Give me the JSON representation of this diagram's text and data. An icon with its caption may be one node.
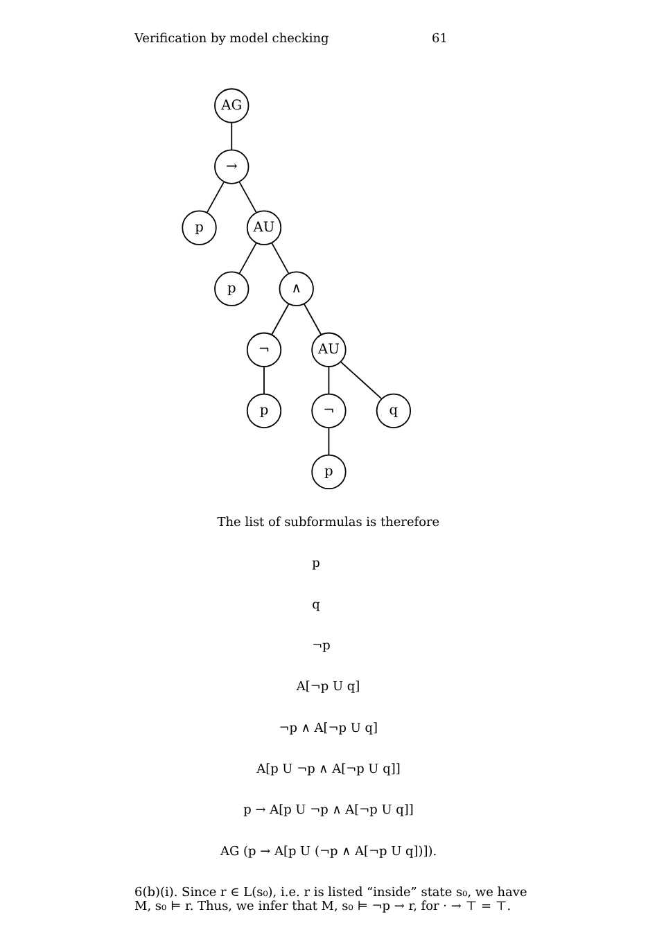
{
  "diagram": {
    "nodes": [
      {
        "text": [
          "AG"
        ]
      },
      {
        "text": [
          "→"
        ]
      },
      {
        "text": [
          "p"
        ]
      },
      {
        "text": [
          "AU"
        ]
      },
      {
        "text": [
          "p"
        ]
      },
      {
        "text": [
          "∧"
        ]
      },
      {
        "text": [
          "¬"
        ]
      },
      {
        "text": [
          "AU"
        ]
      },
      {
        "text": [
          "p"
        ]
      },
      {
        "text": [
          "¬"
        ]
      },
      {
        "text": [
          "q"
        ]
      },
      {
        "text": [
          "p"
        ]
      }
    ],
    "edges": [
      {
        "from": 0,
        "to": 1,
        "arrow": "none"
      },
      {
        "from": 1,
        "to": 2,
        "arrow": "none"
      },
      {
        "from": 1,
        "to": 3,
        "arrow": "none"
      },
      {
        "from": 3,
        "to": 4,
        "arrow": "none"
      },
      {
        "from": 3,
        "to": 5,
        "arrow": "none"
      },
      {
        "from": 5,
        "to": 6,
        "arrow": "none"
      },
      {
        "from": 5,
        "to": 7,
        "arrow": "none"
      },
      {
        "from": 6,
        "to": 8,
        "arrow": "none"
      },
      {
        "from": 7,
        "to": 9,
        "arrow": "none"
      },
      {
        "from": 7,
        "to": 10,
        "arrow": "none"
      },
      {
        "from": 9,
        "to": 11,
        "arrow": "none"
      }
    ],
    "labels": [
      "Verification by model checking",
      "61",
      "The list of subformulas is therefore",
      "p",
      "q",
      "¬p",
      "A[¬p U q]",
      "¬p ∧ A[¬p U q]",
      "A[p U ¬p ∧ A[¬p U q]]",
      "p → A[p U ¬p ∧ A[¬p U q]]",
      "AG (p → A[p U (¬p ∧ A[¬p U q])]).",
      "6(b)(i). Since r ∈ L(s₀), i.e. r is listed “inside” state s₀, we have M, s₀ ⊨ r. Thus, we infer that M, s₀ ⊨ ¬p → r, for · → ⊤ = ⊤."
    ]
  }
}
